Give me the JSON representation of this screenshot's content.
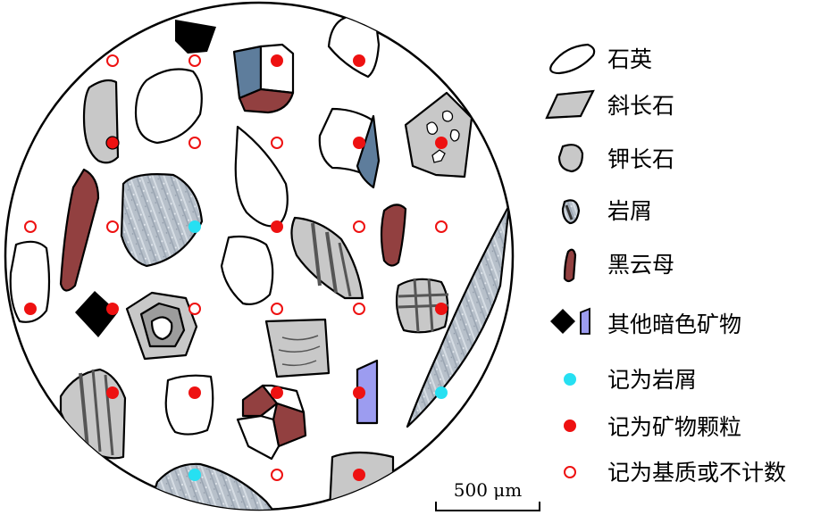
{
  "colors": {
    "quartz": "#ffffff",
    "plagioclase": "#c8c8c8",
    "kfeldspar": "#c8c8c8",
    "lithic": "#b9c2cc",
    "biotite": "#924040",
    "dark_mineral_black": "#000000",
    "dark_mineral_blue": "#9c9cf0",
    "lithic_point": "#26e0f2",
    "mineral_point": "#ee1111",
    "matrix_point": "#ee1111",
    "blue_grey": "#5e7d9c"
  },
  "legend": [
    {
      "key": "quartz",
      "label": "石英",
      "icon": "quartz-swatch-icon"
    },
    {
      "key": "plagioclase",
      "label": "斜长石",
      "icon": "plagioclase-swatch-icon"
    },
    {
      "key": "kfeldspar",
      "label": "钾长石",
      "icon": "kfeldspar-swatch-icon"
    },
    {
      "key": "lithic",
      "label": "岩屑",
      "icon": "lithic-swatch-icon"
    },
    {
      "key": "biotite",
      "label": "黑云母",
      "icon": "biotite-swatch-icon"
    },
    {
      "key": "dark_minerals",
      "label": "其他暗色矿物",
      "icon": "dark-mineral-swatch-icon"
    },
    {
      "key": "counted_lithic",
      "label": "记为岩屑",
      "icon": "cyan-dot-icon"
    },
    {
      "key": "counted_mineral",
      "label": "记为矿物颗粒",
      "icon": "red-dot-icon"
    },
    {
      "key": "counted_matrix",
      "label": "记为基质或不计数",
      "icon": "red-ring-icon"
    }
  ],
  "scale_bar": {
    "label": "500 μm"
  }
}
